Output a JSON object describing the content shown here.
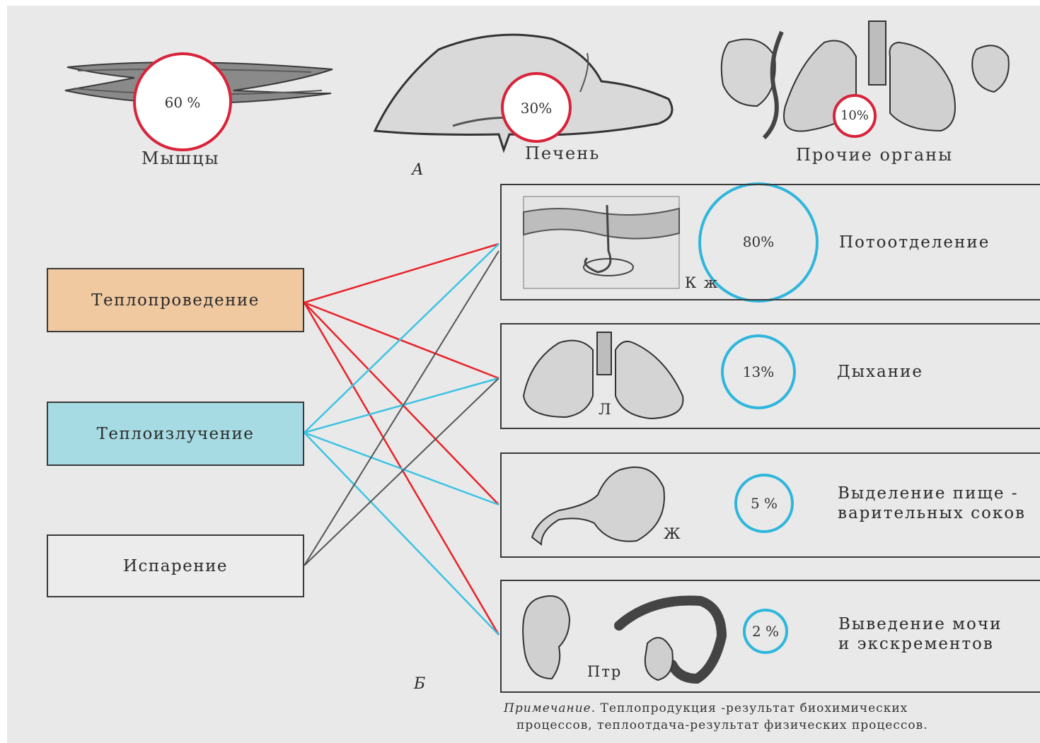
{
  "top": {
    "muscles": {
      "label": "Мышцы",
      "percent": "60 %"
    },
    "liver": {
      "label": "Печень",
      "percent": "30%"
    },
    "other": {
      "label": "Прочие органы",
      "percent": "10%"
    },
    "section_letter": "А"
  },
  "mechanisms": {
    "conduction": "Теплопроведение",
    "radiation": "Теплоизлучение",
    "evaporation": "Испарение"
  },
  "section_b_letter": "Б",
  "pathways": [
    {
      "organ_code": "К ж",
      "percent": "80%",
      "label": "Потоотделение"
    },
    {
      "organ_code": "Л",
      "percent": "13%",
      "label": "Дыхание"
    },
    {
      "organ_code": "Ж",
      "percent": "5 %",
      "label": "Выделение пище -\nварительных соков"
    },
    {
      "organ_code": "Птр",
      "percent": "2 %",
      "label": "Выведение мочи\nи  экскрементов"
    }
  ],
  "note": {
    "prefix": "Примечание",
    "text": ". Теплопродукция -результат биохимических",
    "line2": "процессов, теплоотдача-результат физических процессов."
  },
  "colors": {
    "conduction_fill": "#f0c9a0",
    "radiation_fill": "#a6dbe3",
    "evaporation_fill": "#ececec",
    "red_line": "#e8232a",
    "blue_line": "#3cc3e3",
    "gray_line": "#555555",
    "top_circle": "#d8233a",
    "bottom_circle": "#2fb6dc"
  }
}
